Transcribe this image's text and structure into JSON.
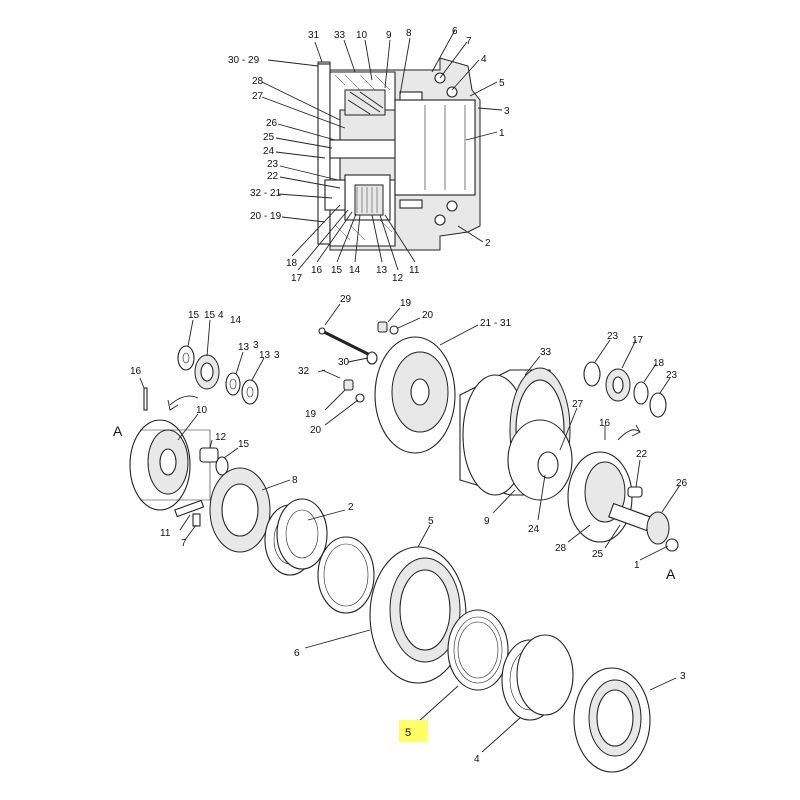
{
  "diagram": {
    "highlight_color": "#ffff66",
    "line_color": "#222222",
    "section_labels": {
      "l31": "31",
      "l33": "33",
      "l10": "10",
      "l9": "9",
      "l8": "8",
      "l6": "6",
      "l7": "7",
      "l4": "4",
      "l5": "5",
      "l3": "3",
      "l1": "1",
      "l2": "2",
      "l30_29": "30 - 29",
      "l28": "28",
      "l27": "27",
      "l26": "26",
      "l25": "25",
      "l24": "24",
      "l23": "23",
      "l22": "22",
      "l32_21": "32 - 21",
      "l20_19": "20 - 19",
      "l18": "18",
      "l17": "17",
      "l16": "16",
      "l15": "15",
      "l14": "14",
      "l13": "13",
      "l12": "12",
      "l11": "11"
    },
    "exploded_labels": {
      "l15a": "15",
      "l15b": "15",
      "l4": "4",
      "l14": "14",
      "l13a": "13",
      "l3a": "3",
      "l13b": "13",
      "l3b": "3",
      "l16a": "16",
      "l10": "10",
      "lA1": "A",
      "l12": "12",
      "l15c": "15",
      "l8": "8",
      "l11": "11",
      "l7": "7",
      "l2": "2",
      "l29": "29",
      "l19a": "19",
      "l20a": "20",
      "l21_31": "21 - 31",
      "l30": "30",
      "l32": "32",
      "l19b": "19",
      "l20b": "20",
      "l33": "33",
      "l27": "27",
      "l9": "9",
      "l24": "24",
      "l23a": "23",
      "l17": "17",
      "l18": "18",
      "l23b": "23",
      "l16b": "16",
      "l22": "22",
      "l26": "26",
      "l28": "28",
      "l25": "25",
      "l1": "1",
      "lA2": "A",
      "l5a": "5",
      "l6": "6",
      "l4b": "4",
      "l3c": "3",
      "l5hl": "5"
    }
  }
}
